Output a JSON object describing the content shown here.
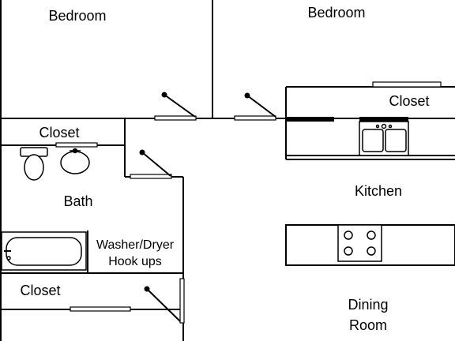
{
  "rooms": {
    "bedroom_left": "Bedroom",
    "bedroom_right": "Bedroom",
    "closet_right": "Closet",
    "closet_hall": "Closet",
    "bath": "Bath",
    "kitchen": "Kitchen",
    "washer_line1": "Washer/Dryer",
    "washer_line2": "Hook ups",
    "closet_lower": "Closet",
    "dining_line1": "Dining",
    "dining_line2": "Room"
  },
  "colors": {
    "line": "#000000",
    "wall_fill": "#ffffff",
    "background": "#ffffff"
  },
  "icons": [
    "door-swing-icon",
    "sink-icon",
    "toilet-icon",
    "bathtub-icon",
    "double-sink-icon",
    "stove-icon"
  ]
}
